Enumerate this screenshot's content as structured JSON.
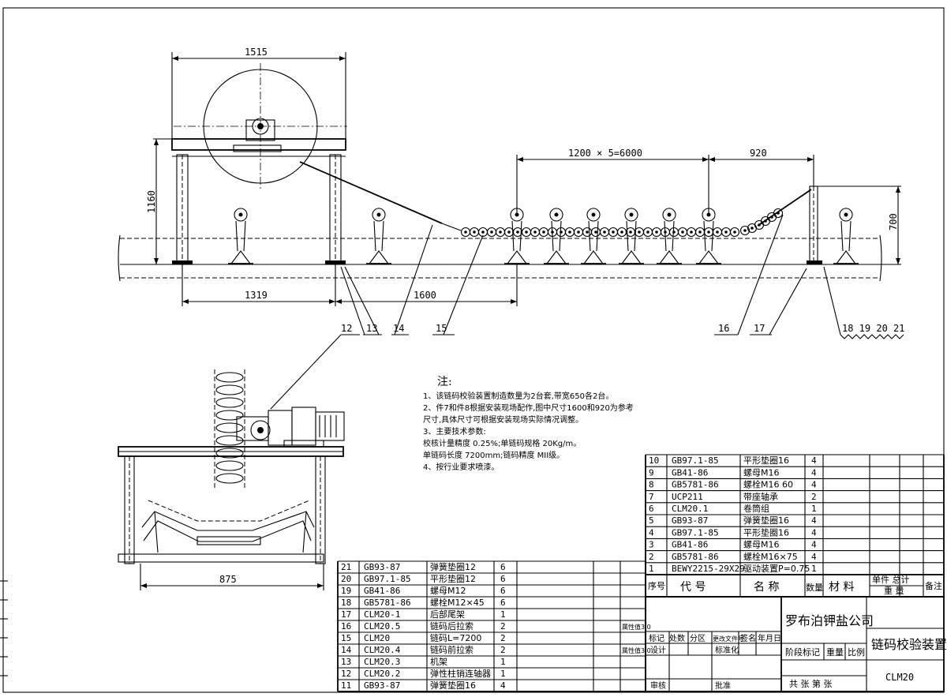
{
  "dimensions": {
    "top_width": "1515",
    "height_left": "1160",
    "pitch": "1200 × 5=6000",
    "tail_span": "920",
    "height_right": "700",
    "base_left": "1319",
    "base_mid": "1600",
    "side_width": "875"
  },
  "callouts": [
    "12",
    "13",
    "14",
    "15",
    "16",
    "17",
    "18 19 20 21"
  ],
  "notes": {
    "title": "注:",
    "lines": [
      "1、该链码校验装置制造数量为2台套,带宽650各2台。",
      "2、件7和件8根据安装现场配作,图中尺寸1600和920为参考",
      "   尺寸,具体尺寸可根据安装现场实际情况调整。",
      "3、主要技术参数:",
      "   校核计量精度   0.25%;单链码规格  20Kg/m。",
      "   单链码长度    7200mm;链码精度   MII级。",
      "4、按行业要求喷漆。"
    ]
  },
  "parts_upper": [
    {
      "no": "10",
      "code": "GB97.1-85",
      "name": "平形垫圈16",
      "qty": "4"
    },
    {
      "no": "9",
      "code": "GB41-86",
      "name": "螺母M16",
      "qty": "4"
    },
    {
      "no": "8",
      "code": "GB5781-86",
      "name": "螺栓M16 60",
      "qty": "4"
    },
    {
      "no": "7",
      "code": "UCP211",
      "name": "带座轴承",
      "qty": "2"
    },
    {
      "no": "6",
      "code": "CLM20.1",
      "name": "卷筒组",
      "qty": "1"
    },
    {
      "no": "5",
      "code": "GB93-87",
      "name": "弹簧垫圈16",
      "qty": "4"
    },
    {
      "no": "4",
      "code": "GB97.1-85",
      "name": "平形垫圈16",
      "qty": "4"
    },
    {
      "no": "3",
      "code": "GB41-86",
      "name": "螺母M16",
      "qty": "4"
    },
    {
      "no": "2",
      "code": "GB5781-86",
      "name": "螺栓M16×75",
      "qty": "4"
    },
    {
      "no": "1",
      "code": "BEWY2215-29X29",
      "name": "驱动装置P=0.75",
      "qty": "1"
    }
  ],
  "parts_lower": [
    {
      "no": "21",
      "code": "GB93-87",
      "name": "弹簧垫圈12",
      "qty": "6"
    },
    {
      "no": "20",
      "code": "GB97.1-85",
      "name": "平形垫圈12",
      "qty": "6"
    },
    {
      "no": "19",
      "code": "GB41-86",
      "name": "螺母M12",
      "qty": "6"
    },
    {
      "no": "18",
      "code": "GB5781-86",
      "name": "螺栓M12×45",
      "qty": "6"
    },
    {
      "no": "17",
      "code": "CLM20-1",
      "name": "后部尾架",
      "qty": "1"
    },
    {
      "no": "16",
      "code": "CLM20.5",
      "name": "链码后拉索",
      "qty": "2"
    },
    {
      "no": "15",
      "code": "CLM20",
      "name": "链码L=7200",
      "qty": "2"
    },
    {
      "no": "14",
      "code": "CLM20.4",
      "name": "链码前拉索",
      "qty": "2"
    },
    {
      "no": "13",
      "code": "CLM20.3",
      "name": "机架",
      "qty": "1"
    },
    {
      "no": "12",
      "code": "CLM20.2",
      "name": "弹性柱销连轴器",
      "qty": "1"
    },
    {
      "no": "11",
      "code": "GB93-87",
      "name": "弹簧垫圈16",
      "qty": "4"
    }
  ],
  "parts_header": {
    "no": "序号",
    "code": "代    号",
    "name": "名    称",
    "qty": "数量",
    "material": "材   料",
    "unit_total": "单件 总计",
    "weight": "重 量",
    "remark": "备注"
  },
  "title_block": {
    "company": "罗布泊钾盐公司",
    "drawing_name": "链码校验装置",
    "drawing_no": "CLM20",
    "stage": "阶段标记",
    "weight": "重量",
    "scale": "比例",
    "sheet": "共     张   第     张",
    "rev_row": [
      "标记",
      "处数",
      "分区",
      "更改文件号",
      "签名",
      "年月日"
    ],
    "design": "设计",
    "standard": "标准化",
    "review": "审核",
    "approve": "批准",
    "file1": "属性值3.0",
    "file2": "属性值3.0"
  }
}
